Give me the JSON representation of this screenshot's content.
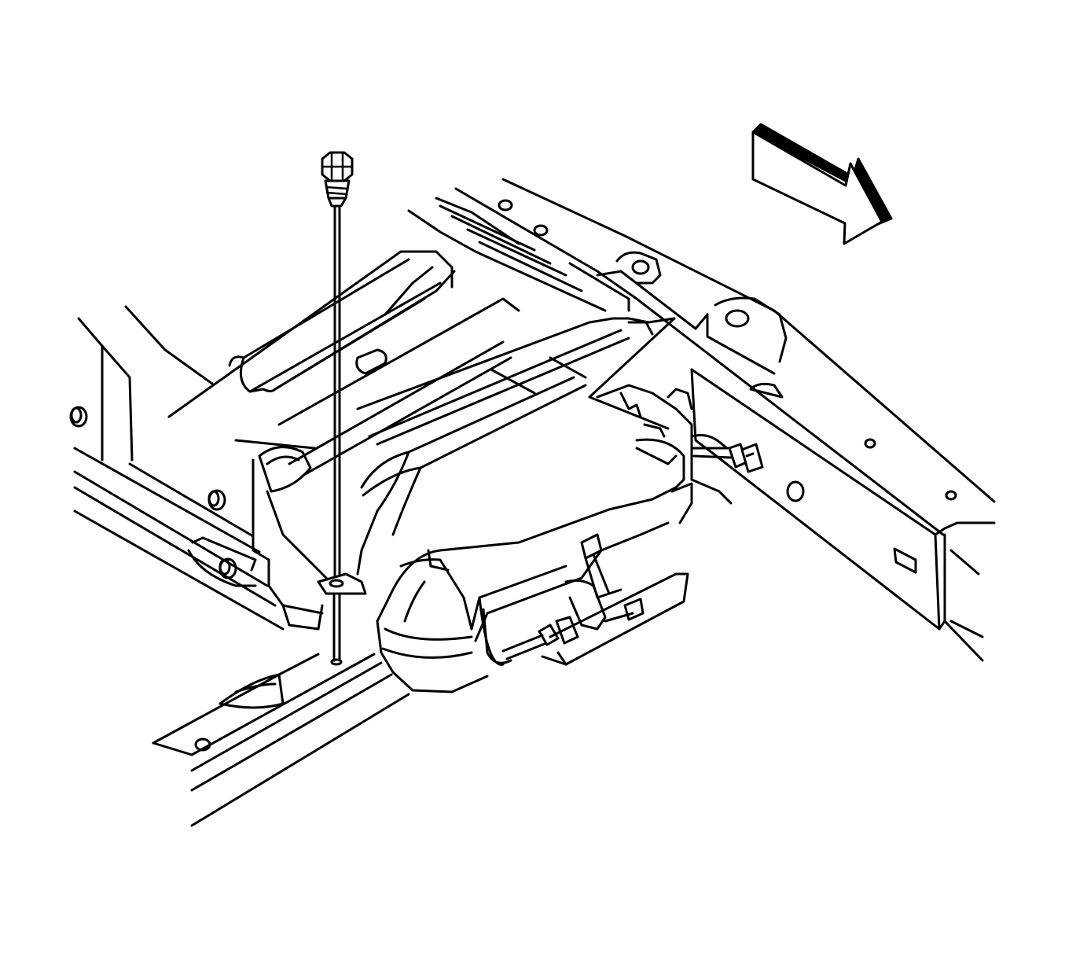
{
  "diagram": {
    "components": [
      {
        "name": "bolt",
        "icon": "bolt-icon"
      },
      {
        "name": "bolt-install-line"
      },
      {
        "name": "fuel-tank-shield"
      },
      {
        "name": "fuel-tank"
      },
      {
        "name": "frame-rail-left"
      },
      {
        "name": "frame-rail-right"
      },
      {
        "name": "crossmember"
      },
      {
        "name": "fuel-line-connector"
      },
      {
        "name": "front-direction-arrow",
        "icon": "arrow-icon"
      }
    ],
    "colors": {
      "line": "#000000",
      "background": "#ffffff"
    }
  }
}
